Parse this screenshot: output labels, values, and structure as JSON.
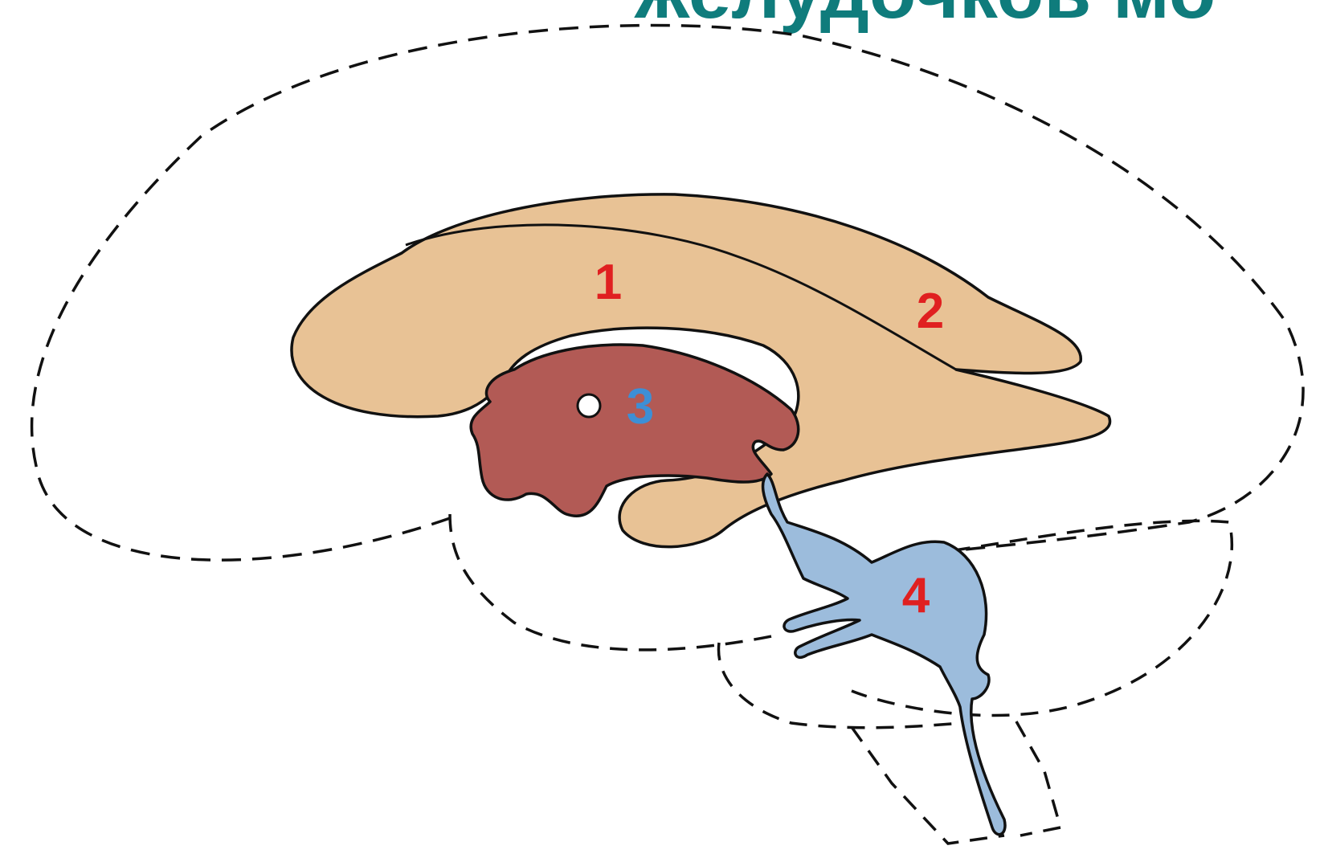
{
  "header": {
    "title_partial": "желудочков мо"
  },
  "labels": [
    {
      "id": "1",
      "text": "1",
      "color": "#e02020"
    },
    {
      "id": "2",
      "text": "2",
      "color": "#e02020"
    },
    {
      "id": "3",
      "text": "3",
      "color": "#3d8fd6"
    },
    {
      "id": "4",
      "text": "4",
      "color": "#e02020"
    }
  ],
  "colors": {
    "title": "#0f7c7c",
    "lateral_ventricle": "#e8c295",
    "third_ventricle": "#b25a55",
    "fourth_ventricle": "#9cbcdc",
    "outline": "#111111",
    "background": "#ffffff"
  }
}
